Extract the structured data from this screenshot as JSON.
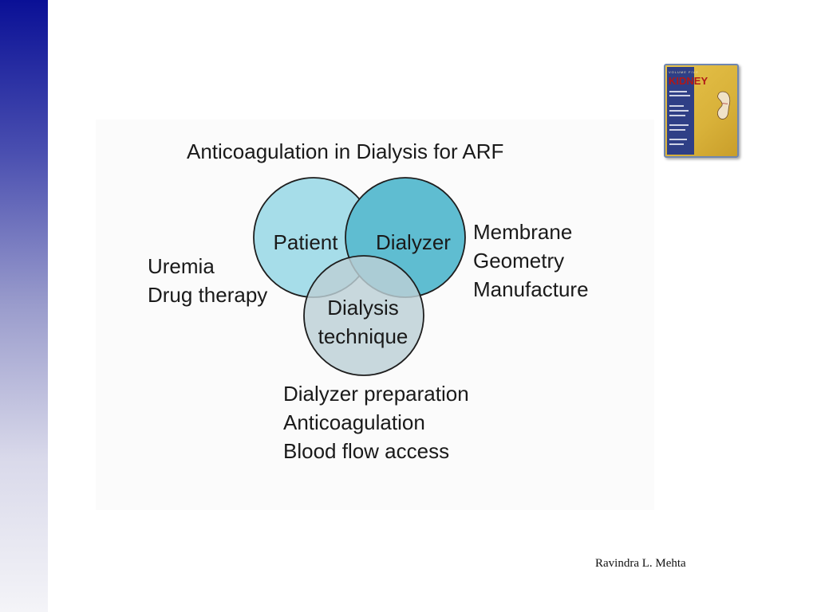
{
  "slide": {
    "title": "Anticoagulation in Dialysis for ARF",
    "author": "Ravindra L. Mehta"
  },
  "venn": {
    "patient": {
      "label": "Patient",
      "color": "#a6dde9",
      "factors": [
        "Uremia",
        "Drug therapy"
      ]
    },
    "dialyzer": {
      "label": "Dialyzer",
      "color": "#5fbdd1",
      "factors": [
        "Membrane",
        "Geometry",
        "Manufacture"
      ]
    },
    "technique": {
      "label_line1": "Dialysis",
      "label_line2": "technique",
      "color": "#bcd0d5",
      "factors": [
        "Dialyzer preparation",
        "Anticoagulation",
        "Blood flow access"
      ]
    }
  },
  "book_cover": {
    "title": "KIDNEY",
    "volume_text": "VOLUME FIVE"
  }
}
